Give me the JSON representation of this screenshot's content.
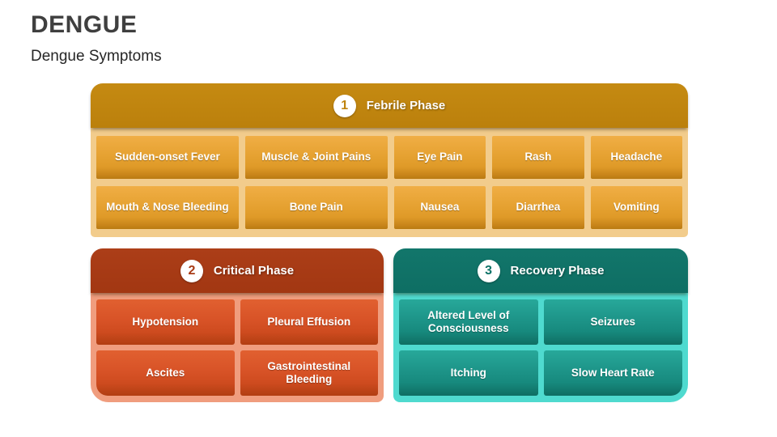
{
  "page": {
    "title": "DENGUE",
    "subtitle": "Dengue Symptoms"
  },
  "phases": [
    {
      "number": "1",
      "label": "Febrile Phase",
      "colors": {
        "header": "#BF840E",
        "body": "#F2CC8C",
        "item": "#E6A232",
        "text": "#FFFFFF"
      },
      "items": [
        "Sudden-onset Fever",
        "Muscle & Joint Pains",
        "Eye Pain",
        "Rash",
        "Headache",
        "Mouth & Nose Bleeding",
        "Bone Pain",
        "Nausea",
        "Diarrhea",
        "Vomiting"
      ]
    },
    {
      "number": "2",
      "label": "Critical Phase",
      "colors": {
        "header": "#A83B15",
        "body": "#F09D7E",
        "item": "#D85327",
        "text": "#FFFFFF"
      },
      "items": [
        "Hypotension",
        "Pleural Effusion",
        "Ascites",
        "Gastrointestinal Bleeding"
      ]
    },
    {
      "number": "3",
      "label": "Recovery Phase",
      "colors": {
        "header": "#0F7368",
        "body": "#4FDACF",
        "item": "#1D9488",
        "text": "#FFFFFF"
      },
      "items": [
        "Altered Level of Consciousness",
        "Seizures",
        "Itching",
        "Slow Heart Rate"
      ]
    }
  ]
}
